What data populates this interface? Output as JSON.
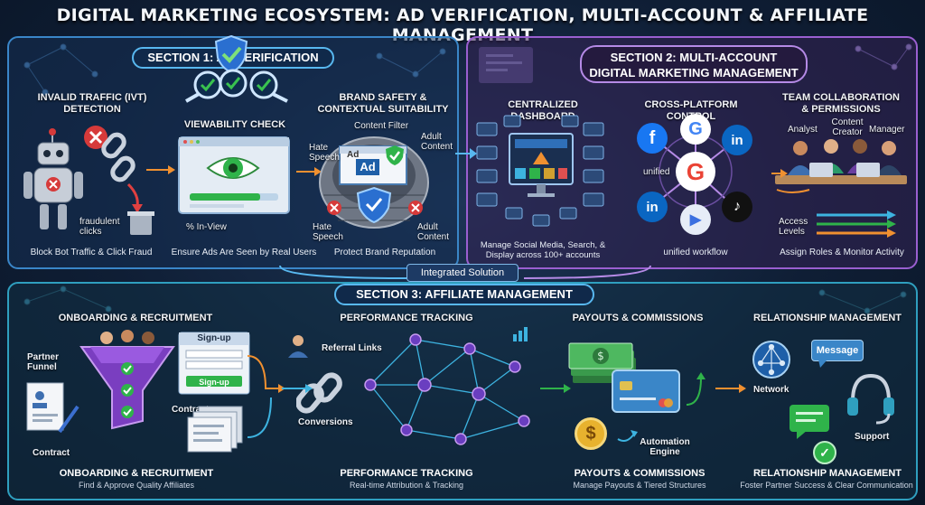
{
  "title": "DIGITAL MARKETING ECOSYSTEM: AD VERIFICATION, MULTI-ACCOUNT & AFFILIATE MANAGEMENT",
  "section1": {
    "title": "SECTION 1: AD VERIFICATION",
    "ivt": {
      "title": "INVALID TRAFFIC (IVT)\nDETECTION",
      "label": "fraudulent\nclicks",
      "caption": "Block Bot Traffic & Click Fraud"
    },
    "viewability": {
      "title": "VIEWABILITY CHECK",
      "label": "% In-View",
      "caption": "Ensure Ads Are Seen by Real Users"
    },
    "brand_safety": {
      "title": "BRAND SAFETY &\nCONTEXTUAL SUITABILITY",
      "content_filter": "Content Filter",
      "ad": "Ad",
      "hate1": "Hate\nSpeech",
      "adult1": "Adult\nContent",
      "hate2": "Hate\nSpeech",
      "adult2": "Adult\nContent",
      "caption": "Protect Brand Reputation"
    }
  },
  "section2": {
    "title": "SECTION 2: MULTI-ACCOUNT\nDIGITAL MARKETING MANAGEMENT",
    "dashboard": {
      "title": "CENTRALIZED DASHBOARD",
      "caption": "Manage Social Media, Search, &\nDisplay across 100+ accounts"
    },
    "control": {
      "title": "CROSS-PLATFORM CONTROL",
      "unified": "unified",
      "caption": "unified workflow"
    },
    "team": {
      "title": "TEAM COLLABORATION\n& PERMISSIONS",
      "analyst": "Analyst",
      "creator": "Content\nCreator",
      "manager": "Manager",
      "access": "Access\nLevels",
      "caption": "Assign Roles & Monitor Activity"
    }
  },
  "integrated": "Integrated Solution",
  "section3": {
    "title": "SECTION 3: AFFILIATE MANAGEMENT",
    "onboarding": {
      "title": "ONBOARDING & RECRUITMENT",
      "funnel": "Partner\nFunnel",
      "signup_header": "Sign-up",
      "signup_button": "Sign-up",
      "contract1": "Contract",
      "contract2": "Contract",
      "bottom_title": "ONBOARDING & RECRUITMENT",
      "bottom_caption": "Find & Approve Quality Affiliates"
    },
    "tracking": {
      "title": "PERFORMANCE TRACKING",
      "referral": "Referral Links",
      "conversions": "Conversions",
      "bottom_title": "PERFORMANCE TRACKING",
      "bottom_caption": "Real-time Attribution & Tracking"
    },
    "payouts": {
      "title": "PAYOUTS & COMMISSIONS",
      "dollar": "$",
      "engine": "Automation\nEngine",
      "bottom_title": "PAYOUTS & COMMISSIONS",
      "bottom_caption": "Manage Payouts & Tiered Structures"
    },
    "relationship": {
      "title": "RELATIONSHIP MANAGEMENT",
      "network": "Network",
      "message": "Message",
      "support": "Support",
      "bottom_title": "RELATIONSHIP MANAGEMENT",
      "bottom_caption": "Foster Partner Success & Clear Communication"
    }
  },
  "colors": {
    "blue_panel": "#3a86c8",
    "purple_panel": "#9a5fd0",
    "teal_panel": "#2f9fbf",
    "check_green": "#2fb34a",
    "alert_red": "#d63a3a",
    "arrow_orange": "#f09030"
  },
  "icons": [
    "robot-icon",
    "broken-link-icon",
    "trash-icon",
    "magnifier-check-icon",
    "shield-check-icon",
    "eye-icon",
    "brick-wall-icon",
    "monitor-icon",
    "facebook-icon",
    "google-icon",
    "linkedin-icon",
    "tiktok-icon",
    "team-icon",
    "funnel-icon",
    "document-icon",
    "chain-link-icon",
    "network-graph-icon",
    "money-stack-icon",
    "credit-card-icon",
    "coin-icon",
    "globe-network-icon",
    "chat-bubble-icon",
    "headset-icon"
  ]
}
